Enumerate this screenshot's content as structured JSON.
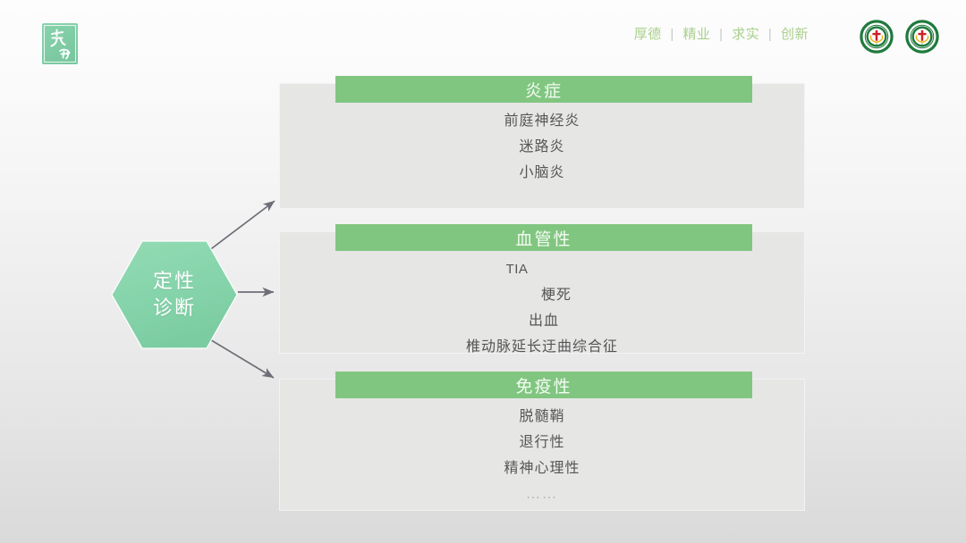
{
  "header": {
    "brand_stamp": {
      "icon": "calligraphy-seal-icon",
      "alt": "蓝田"
    },
    "tagline_parts": [
      "厚德",
      "精业",
      "求实",
      "创新"
    ],
    "tagline_separator": "|",
    "emblems": [
      {
        "icon": "hospital-emblem-icon"
      },
      {
        "icon": "hospital-emblem-icon"
      }
    ]
  },
  "diagram": {
    "node": {
      "label_line1": "定性",
      "label_line2": "诊断",
      "shape": "hexagon"
    },
    "connectors": [
      {
        "icon": "arrow-up-right-icon",
        "target": "card-0"
      },
      {
        "icon": "arrow-right-icon",
        "target": "card-1"
      },
      {
        "icon": "arrow-down-right-icon",
        "target": "card-2"
      }
    ],
    "cards": [
      {
        "title": "炎症",
        "items": [
          {
            "text": "前庭神经炎",
            "style": "cjk",
            "shift": "none"
          },
          {
            "text": "迷路炎",
            "style": "cjk",
            "shift": "none"
          },
          {
            "text": "小脑炎",
            "style": "cjk",
            "shift": "none"
          }
        ]
      },
      {
        "title": "血管性",
        "items": [
          {
            "text": "TIA",
            "style": "latin",
            "shift": "left"
          },
          {
            "text": "梗死",
            "style": "cjk",
            "shift": "right1"
          },
          {
            "text": "出血",
            "style": "cjk",
            "shift": "right2"
          },
          {
            "text": "椎动脉延长迂曲综合征",
            "style": "cjk",
            "shift": "none"
          }
        ]
      },
      {
        "title": "免疫性",
        "items": [
          {
            "text": "脱髄鞘",
            "style": "cjk",
            "shift": "none"
          },
          {
            "text": "退行性",
            "style": "cjk",
            "shift": "none"
          },
          {
            "text": "精神心理性",
            "style": "cjk",
            "shift": "none"
          },
          {
            "text": "……",
            "style": "faded",
            "shift": "none"
          }
        ]
      }
    ]
  },
  "colors": {
    "accent_green": "#81c680",
    "node_green": "#86d4ab",
    "tagline_green": "#a9cf8d",
    "card_gray": "#e6e6e5",
    "arrow_gray": "#6e6e78",
    "body_text": "#565656"
  }
}
